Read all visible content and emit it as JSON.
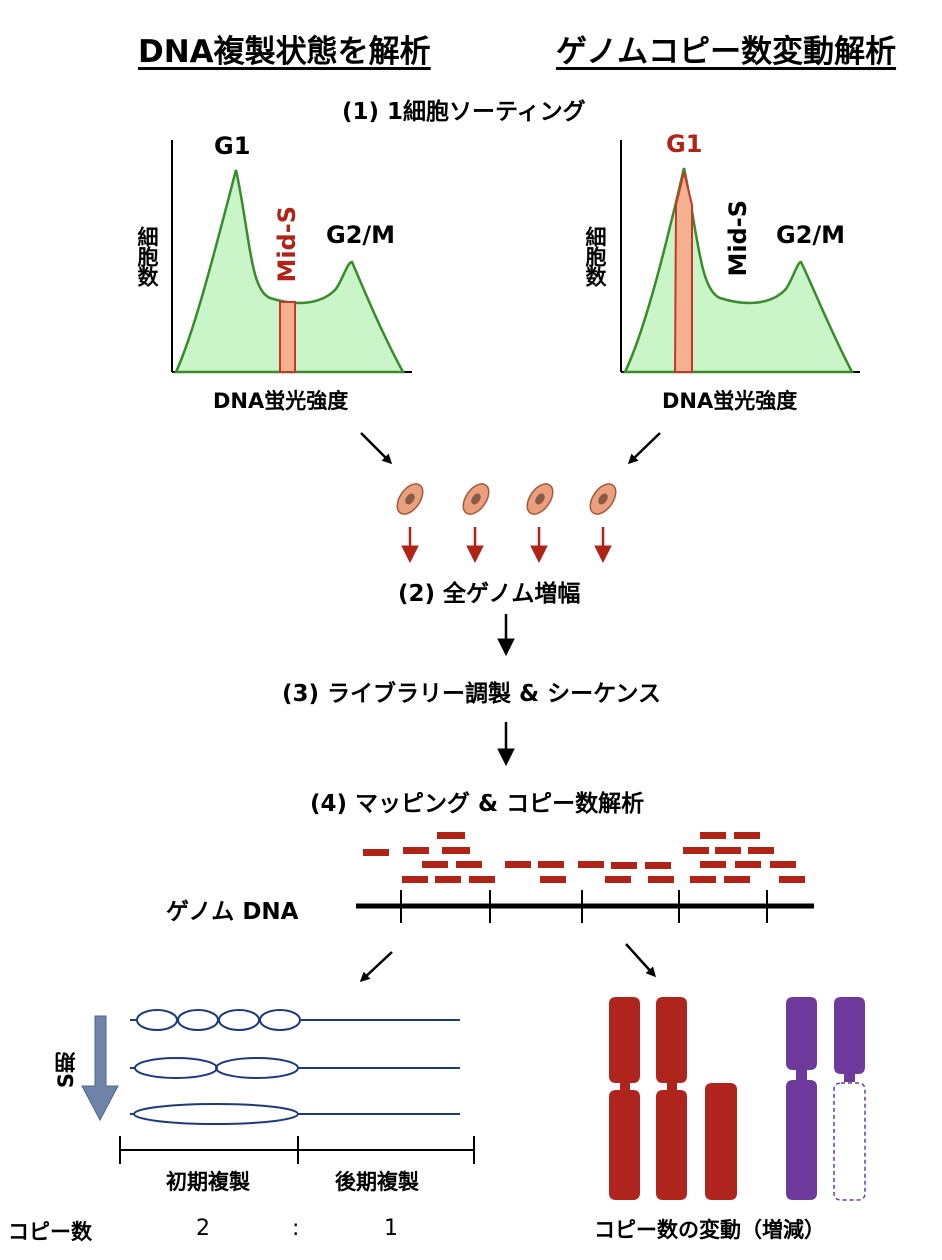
{
  "headings": {
    "left": "DNA複製状態を解析",
    "right": "ゲノムコピー数変動解析"
  },
  "steps": {
    "s1": "(1) 1細胞ソーティング",
    "s2": "(2) 全ゲノム増幅",
    "s3": "(3) ライブラリー調製 & シーケンス",
    "s4": "(4) マッピング & コピー数解析"
  },
  "histogram_left": {
    "y_label": "細胞数",
    "x_label": "DNA蛍光強度",
    "peak_g1": "G1",
    "peak_mids": "Mid-S",
    "peak_g2m": "G2/M",
    "highlighted": "Mid-S"
  },
  "histogram_right": {
    "y_label": "細胞数",
    "x_label": "DNA蛍光強度",
    "peak_g1": "G1",
    "peak_mids": "Mid-S",
    "peak_g2m": "G2/M",
    "highlighted": "G1"
  },
  "genome_label": "ゲノム DNA",
  "replication": {
    "phase_label": "S期",
    "early_label": "初期複製",
    "late_label": "後期複製",
    "copy_number_label": "コピー数",
    "early_value": "2",
    "separator": ":",
    "late_value": "1"
  },
  "cnv_label": "コピー数の変動（増減）",
  "colors": {
    "histogram_fill": "#c9f5c9",
    "histogram_stroke": "#3a8a2e",
    "highlight_fill": "#f5b08f",
    "highlight_stroke": "#c0392b",
    "read_red": "#b02418",
    "chromosome_red": "#b0241e",
    "chromosome_purple": "#6d3a9c",
    "replication_blue": "#1f3a7a",
    "s_phase_arrow": "#6f82a8",
    "cell_fill": "#e8a07e"
  }
}
